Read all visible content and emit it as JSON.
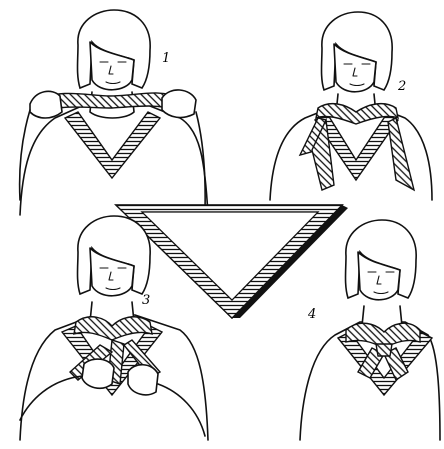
{
  "steps": [
    {
      "number": "1"
    },
    {
      "number": "2"
    },
    {
      "number": "3"
    },
    {
      "number": "4"
    }
  ],
  "colors": {
    "ink": "#111111",
    "background": "#ffffff"
  }
}
